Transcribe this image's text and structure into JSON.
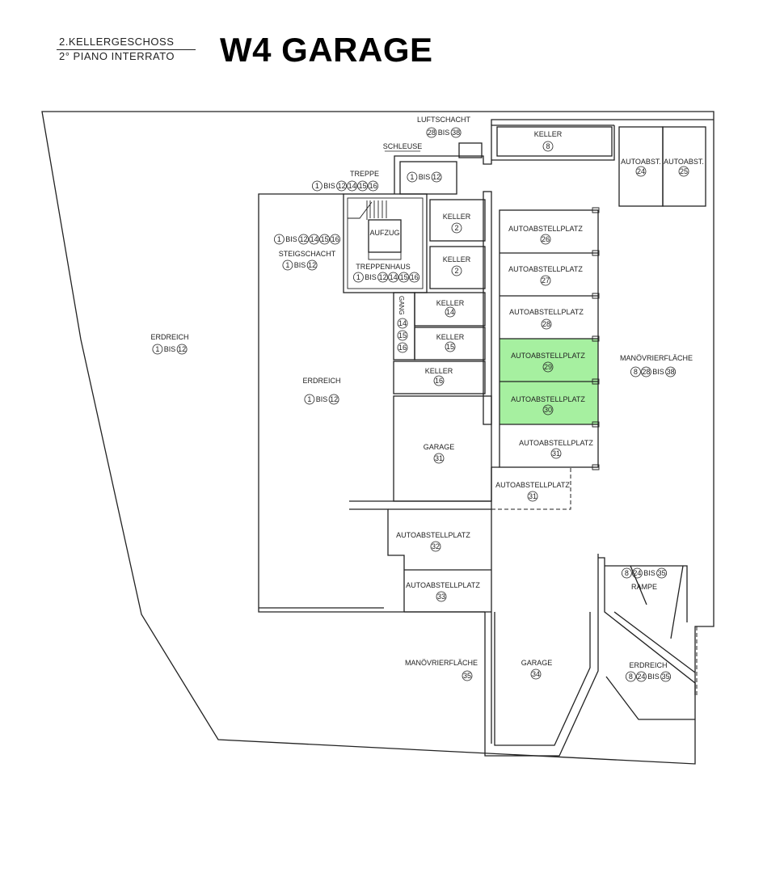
{
  "header": {
    "floor_de": "2.KELLERGESCHOSS",
    "floor_it": "2° PIANO INTERRATO",
    "title": "W4 GARAGE"
  },
  "colors": {
    "highlight": "#a6f0a0",
    "line": "#222222"
  },
  "highlighted_spaces": [
    "parking-29",
    "parking-30"
  ],
  "labels": {
    "luftschacht": [
      "LUFTSCHACHT"
    ],
    "luftschacht_units": [
      "28",
      "BIS",
      "38"
    ],
    "schleuse": [
      "SCHLEUSE"
    ],
    "schleuse_units": [
      "1",
      "BIS",
      "12"
    ],
    "treppe": [
      "TREPPE"
    ],
    "treppe_units": [
      "1",
      "BIS",
      "12",
      "14",
      "15",
      "16"
    ],
    "aufzug": [
      "AUFZUG"
    ],
    "aufzug_units": [
      "1",
      "BIS",
      "12",
      "14",
      "15",
      "16"
    ],
    "steigschacht": [
      "STEIGSCHACHT"
    ],
    "steigschacht_units": [
      "1",
      "BIS",
      "12"
    ],
    "treppenhaus": [
      "TREPPENHAUS"
    ],
    "treppenhaus_units": [
      "1",
      "BIS",
      "12",
      "14",
      "15",
      "16"
    ],
    "keller_2a": [
      "KELLER"
    ],
    "keller_2a_unit": [
      "2"
    ],
    "keller_2b": [
      "KELLER"
    ],
    "keller_2b_unit": [
      "2"
    ],
    "keller_8": [
      "KELLER"
    ],
    "keller_8_unit": [
      "8"
    ],
    "autoabst_24": [
      "AUTOABST."
    ],
    "autoabst_24_unit": [
      "24"
    ],
    "autoabst_25": [
      "AUTOABST."
    ],
    "autoabst_25_unit": [
      "25"
    ],
    "parking_26": [
      "AUTOABSTELLPLATZ"
    ],
    "parking_26_unit": [
      "26"
    ],
    "parking_27": [
      "AUTOABSTELLPLATZ"
    ],
    "parking_27_unit": [
      "27"
    ],
    "parking_28": [
      "AUTOABSTELLPLATZ"
    ],
    "parking_28_unit": [
      "28"
    ],
    "parking_29": [
      "AUTOABSTELLPLATZ"
    ],
    "parking_29_unit": [
      "29"
    ],
    "parking_30": [
      "AUTOABSTELLPLATZ"
    ],
    "parking_30_unit": [
      "30"
    ],
    "parking_31": [
      "AUTOABSTELLPLATZ"
    ],
    "parking_31_unit": [
      "31"
    ],
    "parking_31b": [
      "AUTOABSTELLPLATZ"
    ],
    "parking_31b_unit": [
      "31"
    ],
    "manoevrier_main": [
      "MANÖVRIERFLÄCHE"
    ],
    "manoevrier_main_units": [
      "8",
      "28",
      "BIS",
      "38"
    ],
    "keller_14": [
      "KELLER"
    ],
    "keller_14_unit": [
      "14"
    ],
    "keller_15": [
      "KELLER"
    ],
    "keller_15_unit": [
      "15"
    ],
    "keller_16": [
      "KELLER"
    ],
    "keller_16_unit": [
      "16"
    ],
    "gang": "GANG",
    "gang_u14": [
      "14"
    ],
    "gang_u15": [
      "15"
    ],
    "gang_u16": [
      "16"
    ],
    "garage_31": [
      "GARAGE"
    ],
    "garage_31_unit": [
      "31"
    ],
    "erdreich_left": [
      "ERDREICH"
    ],
    "erdreich_left_units": [
      "1",
      "BIS",
      "12"
    ],
    "erdreich_mid": [
      "ERDREICH"
    ],
    "erdreich_mid_units": [
      "1",
      "BIS",
      "12"
    ],
    "parking_32": [
      "AUTOABSTELLPLATZ"
    ],
    "parking_32_unit": [
      "32"
    ],
    "parking_33": [
      "AUTOABSTELLPLATZ"
    ],
    "parking_33_unit": [
      "33"
    ],
    "manoevrier_35": [
      "MANÖVRIERFLÄCHE"
    ],
    "manoevrier_35_unit": [
      "35"
    ],
    "garage_34": [
      "GARAGE"
    ],
    "garage_34_unit": [
      "34"
    ],
    "rampe_units": [
      "8",
      "24",
      "BIS",
      "35"
    ],
    "rampe": [
      "RAMPE"
    ],
    "erdreich_br": [
      "ERDREICH"
    ],
    "erdreich_br_units": [
      "8",
      "24",
      "BIS",
      "35"
    ]
  }
}
